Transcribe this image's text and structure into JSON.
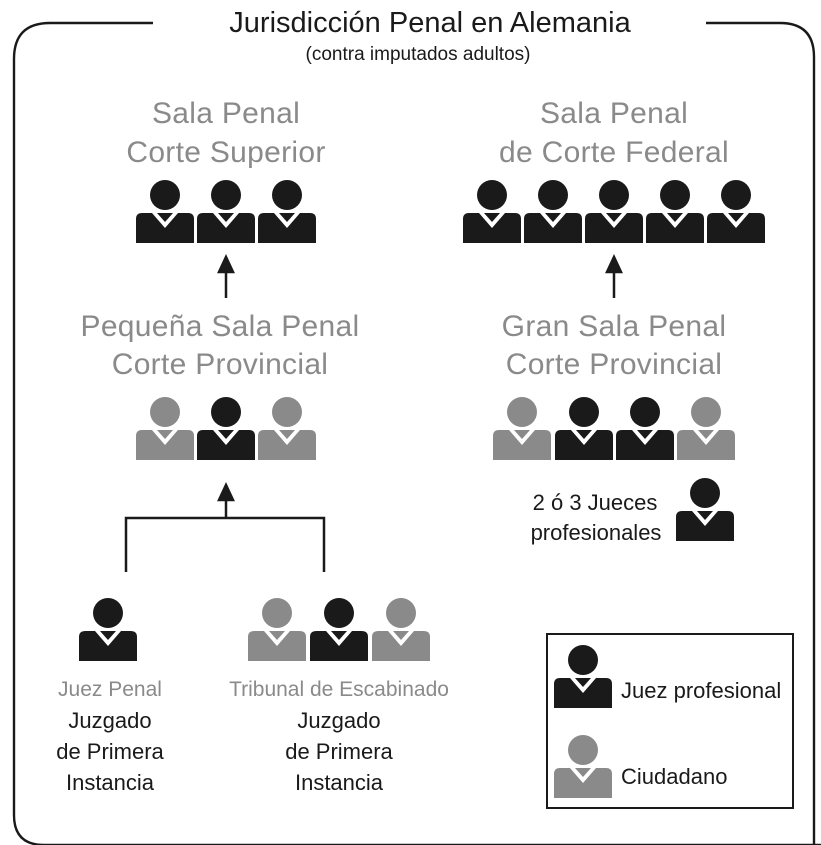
{
  "title": "Jurisdicción Penal en Alemania",
  "subtitle": "(contra imputados adultos)",
  "courts": {
    "superior": {
      "line1": "Sala Penal",
      "line2": "Corte Superior",
      "members": [
        "judge",
        "judge",
        "judge"
      ]
    },
    "federal": {
      "line1": "Sala Penal",
      "line2": "de Corte Federal",
      "members": [
        "judge",
        "judge",
        "judge",
        "judge",
        "judge"
      ]
    },
    "small_provincial": {
      "line1": "Pequeña Sala Penal",
      "line2": "Corte Provincial",
      "members": [
        "citizen",
        "judge",
        "citizen"
      ]
    },
    "grand_provincial": {
      "line1": "Gran Sala Penal",
      "line2": "Corte Provincial",
      "members": [
        "citizen",
        "judge",
        "judge",
        "citizen"
      ],
      "note_line1": "2 ó 3 Jueces",
      "note_line2": "profesionales"
    },
    "criminal_judge": {
      "label": "Juez Penal",
      "line1": "Juzgado",
      "line2": "de Primera",
      "line3": "Instancia",
      "members": [
        "judge"
      ]
    },
    "lay_court": {
      "label": "Tribunal de Escabinado",
      "line1": "Juzgado",
      "line2": "de Primera",
      "line3": "Instancia",
      "members": [
        "citizen",
        "judge",
        "citizen"
      ]
    }
  },
  "legend": {
    "judge_label": "Juez profesional",
    "citizen_label": "Ciudadano"
  },
  "colors": {
    "judge": "#1a1a1a",
    "citizen": "#8a8a8a",
    "line": "#1a1a1a"
  }
}
